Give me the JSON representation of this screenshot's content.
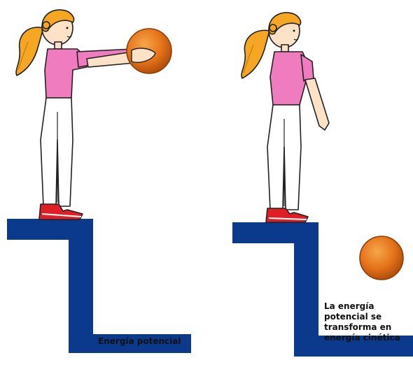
{
  "panels": {
    "left": {
      "caption": "Energía potencial"
    },
    "right": {
      "caption_lines": [
        "La energía",
        "potencial se",
        "transforma en",
        "energía cinética"
      ]
    }
  },
  "colors": {
    "ledge": "#0b3a8c",
    "shirt": "#f07cc0",
    "hair": "#f5a623",
    "ball": "#e5731a",
    "skin": "#fde2c8",
    "shoe": "#e01e26",
    "outline": "#222222"
  },
  "icons": {
    "ball": "orange-ball",
    "figure": "girl-figure"
  }
}
